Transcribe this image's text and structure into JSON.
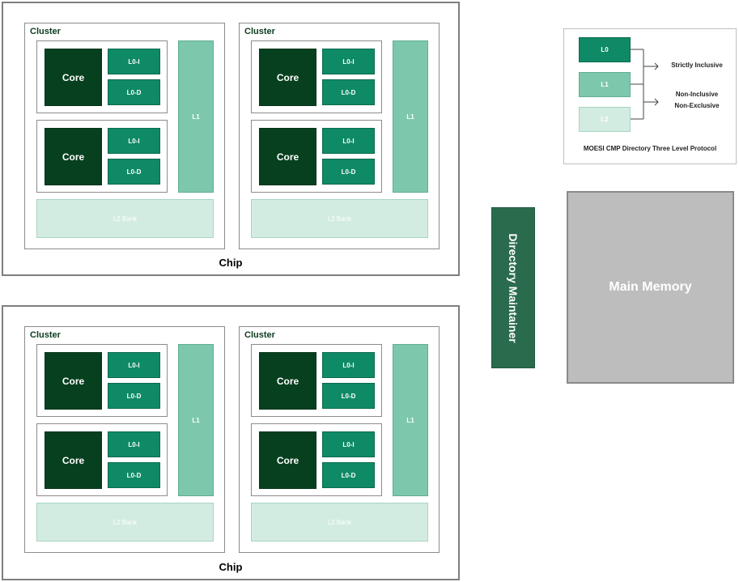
{
  "labels": {
    "chip": "Chip",
    "cluster": "Cluster",
    "core": "Core",
    "l0i": "L0-I",
    "l0d": "L0-D",
    "l1": "L1",
    "l2bank": "L2 Bank"
  },
  "directory": {
    "label": "Directory Maintainer"
  },
  "memory": {
    "label": "Main Memory"
  },
  "legend": {
    "l0": "L0",
    "l1": "L1",
    "l2": "L2",
    "strictly_inclusive": "Strictly Inclusive",
    "non_inclusive": "Non-Inclusive",
    "non_exclusive": "Non-Exclusive",
    "caption": "MOESI CMP Directory Three Level Protocol"
  },
  "colors": {
    "core": "#07401f",
    "l0": "#0f8a66",
    "l1": "#7dc8ad",
    "l2": "#d3ece1",
    "directory": "#2a6b4e",
    "memory": "#bdbdbd"
  }
}
